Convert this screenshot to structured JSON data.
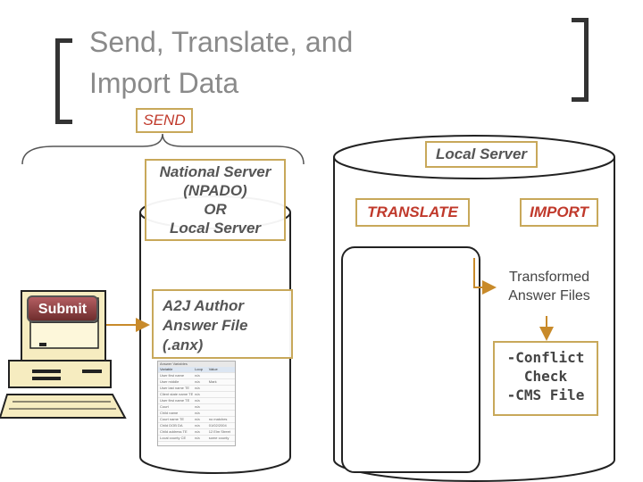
{
  "title": {
    "line1": "Send, Translate, and",
    "line2": "Import Data"
  },
  "labels": {
    "send": "SEND",
    "national_server": [
      "National Server",
      "(NPADO)",
      "OR",
      "Local Server"
    ],
    "a2j_author": [
      "A2J Author",
      "Answer File",
      "(.anx)"
    ],
    "local_server": "Local Server",
    "translate": "TRANSLATE",
    "import": "IMPORT",
    "transformed": [
      "Transformed",
      "Answer Files"
    ],
    "conflict": [
      "-Conflict",
      "Check",
      "-CMS File"
    ]
  },
  "submit_button": {
    "label": "Submit"
  },
  "answer_file_preview": {
    "title": "Answer Variables",
    "columns": [
      "Variable",
      "Loop",
      "Value"
    ],
    "rows": [
      [
        "User first name",
        "n/a",
        ""
      ],
      [
        "User middle",
        "n/a",
        "Mark"
      ],
      [
        "User last name TE",
        "n/a",
        ""
      ],
      [
        "Client state name TE",
        "n/a",
        ""
      ],
      [
        "User first name TE",
        "n/a",
        ""
      ],
      [
        "Court",
        "n/a",
        ""
      ],
      [
        "Child name",
        "n/a",
        ""
      ],
      [
        "Court name TE",
        "n/a",
        "no matches"
      ],
      [
        "Child DOB DA",
        "n/a",
        "01/02/2004"
      ],
      [
        "Child address TE",
        "n/a",
        "12 Elm Street"
      ],
      [
        "Local county CE",
        "n/a",
        "some county"
      ]
    ]
  },
  "colors": {
    "accent_border": "#c8a85a",
    "action_text": "#c0392b",
    "title_text": "#8a8a8a",
    "submit_button": "#8b3a3e"
  }
}
